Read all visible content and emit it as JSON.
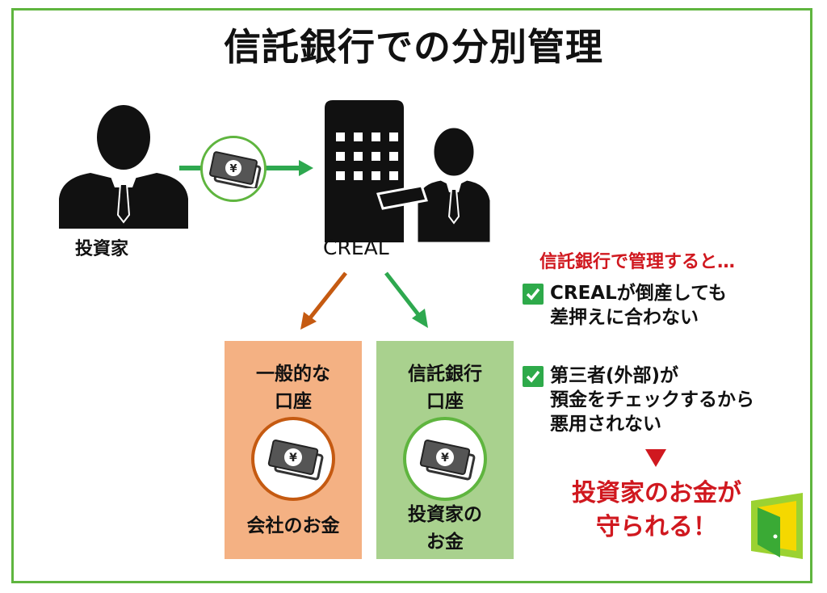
{
  "title": "信託銀行での分別管理",
  "investor_label": "投資家",
  "company_label": "CREAL",
  "money_symbol": "¥",
  "accounts": [
    {
      "heading_line1": "一般的な",
      "heading_line2": "口座",
      "footer_line1": "会社のお金",
      "footer_line2": ""
    },
    {
      "heading_line1": "信託銀行",
      "heading_line2": "口座",
      "footer_line1": "投資家の",
      "footer_line2": "お金"
    }
  ],
  "benefits": {
    "heading": "信託銀行で管理すると…",
    "points": [
      {
        "lines": [
          "CREALが倒産しても",
          "差押えに合わない"
        ]
      },
      {
        "lines": [
          "第三者(外部)が",
          "預金をチェックするから",
          "悪用されない"
        ]
      }
    ],
    "result_line1": "投資家のお金が",
    "result_line2": "守られる！"
  },
  "colors": {
    "frame": "#5fb53f",
    "flow_arrow": "#2ea84f",
    "orange_arrow": "#c55a11",
    "orange_box": "#f4b183",
    "green_box": "#a9d18e",
    "accent_red": "#d0181f"
  }
}
